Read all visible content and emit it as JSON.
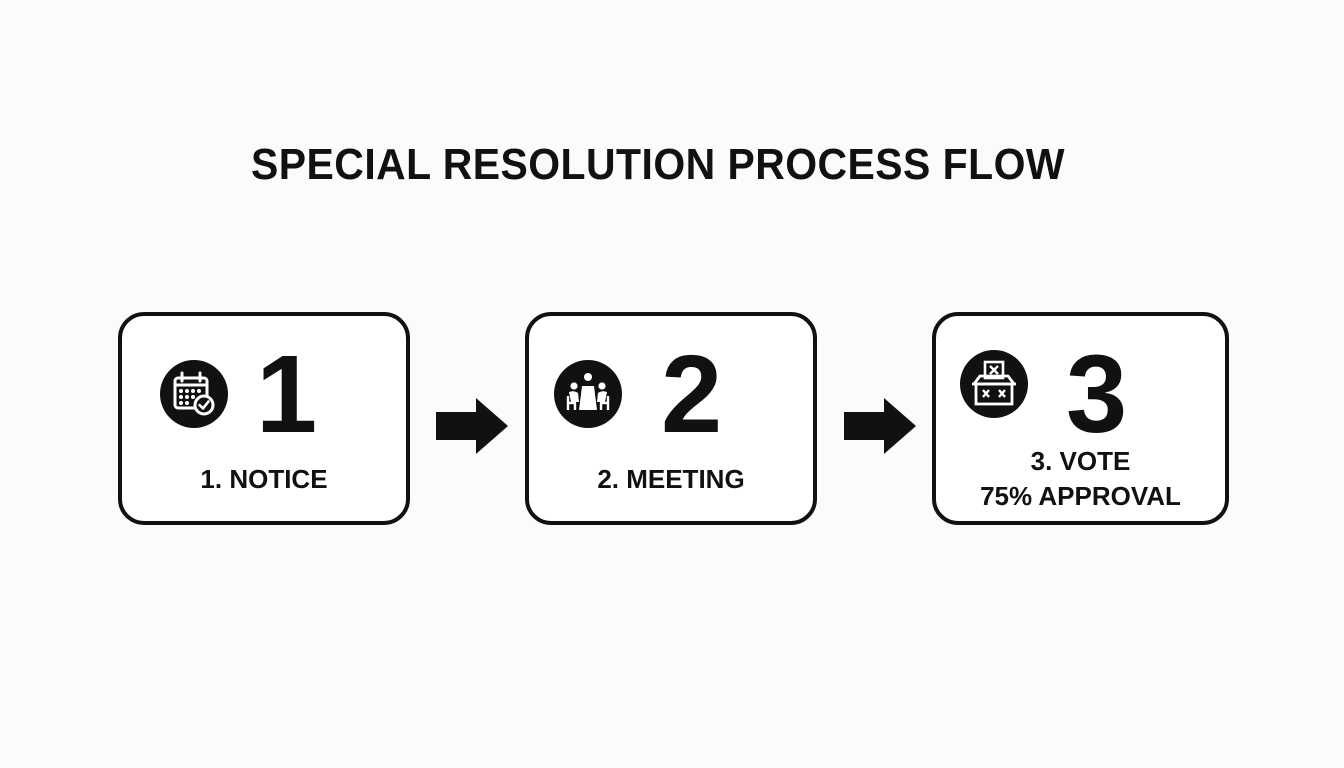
{
  "title": "SPECIAL RESOLUTION PROCESS FLOW",
  "steps": [
    {
      "number": "1",
      "label": "1. NOTICE",
      "sublabel": "",
      "icon": "calendar-check-icon"
    },
    {
      "number": "2",
      "label": "2. MEETING",
      "sublabel": "",
      "icon": "meeting-table-icon"
    },
    {
      "number": "3",
      "label": "3. VOTE",
      "sublabel": "75% APPROVAL",
      "icon": "ballot-box-icon"
    }
  ],
  "colors": {
    "ink": "#111111",
    "background": "#fbfbfb",
    "card": "#ffffff"
  }
}
